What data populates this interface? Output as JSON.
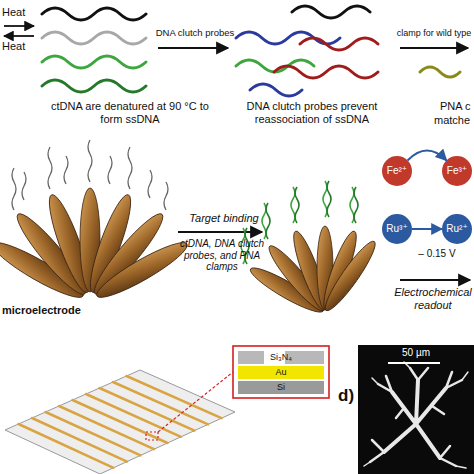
{
  "diagram": {
    "nodes": [
      {
        "text": [
          "Fe²⁺"
        ]
      },
      {
        "text": [
          "Fe³⁺"
        ]
      },
      {
        "text": [
          "Ru³⁺"
        ]
      },
      {
        "text": [
          "Ru²⁺"
        ]
      },
      {
        "text": [
          "Si₃N₄"
        ]
      },
      {
        "text": [
          "Au"
        ]
      },
      {
        "text": [
          "Si"
        ]
      }
    ],
    "edges": [
      {
        "from": 0,
        "to": 1,
        "arrow": "to"
      },
      {
        "from": 2,
        "to": 3,
        "arrow": "to"
      }
    ],
    "labels": [
      "Heat",
      "Heat",
      "DNA clutch probes",
      "clamp for wild type",
      "ctDNA are denatured at 90 °C to form ssDNA",
      "DNA clutch probes prevent reassociation of ssDNA",
      "PNA c",
      "matche",
      "Target binding",
      "ctDNA, DNA clutch probes, and PNA clamps",
      "Electrochemical readout",
      "– 0.15 V",
      "microelectrode",
      "d)",
      "50 µm"
    ]
  }
}
